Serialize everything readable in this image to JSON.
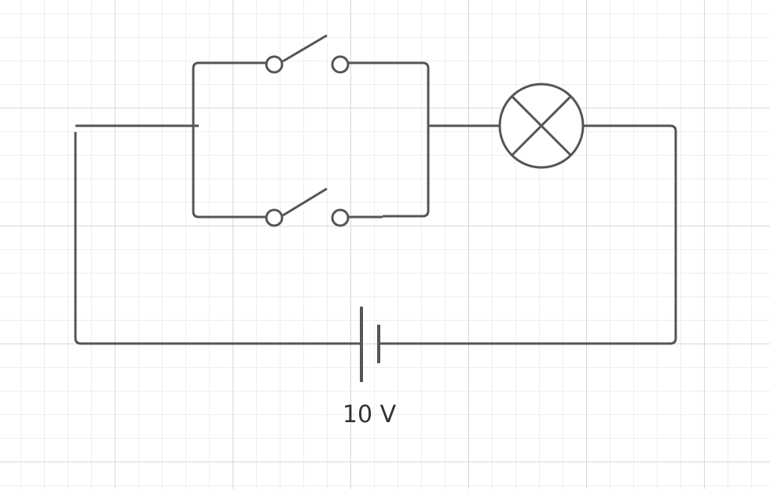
{
  "diagram": {
    "type": "circuit",
    "components": [
      {
        "kind": "switch",
        "state": "open",
        "branch": "upper"
      },
      {
        "kind": "switch",
        "state": "open",
        "branch": "lower"
      },
      {
        "kind": "lamp"
      },
      {
        "kind": "battery",
        "voltage_label": "10 V"
      }
    ],
    "colors": {
      "wire": "#555555",
      "grid_major": "#d8d8d8",
      "grid_minor": "#eeeeee",
      "label": "#333333"
    }
  }
}
